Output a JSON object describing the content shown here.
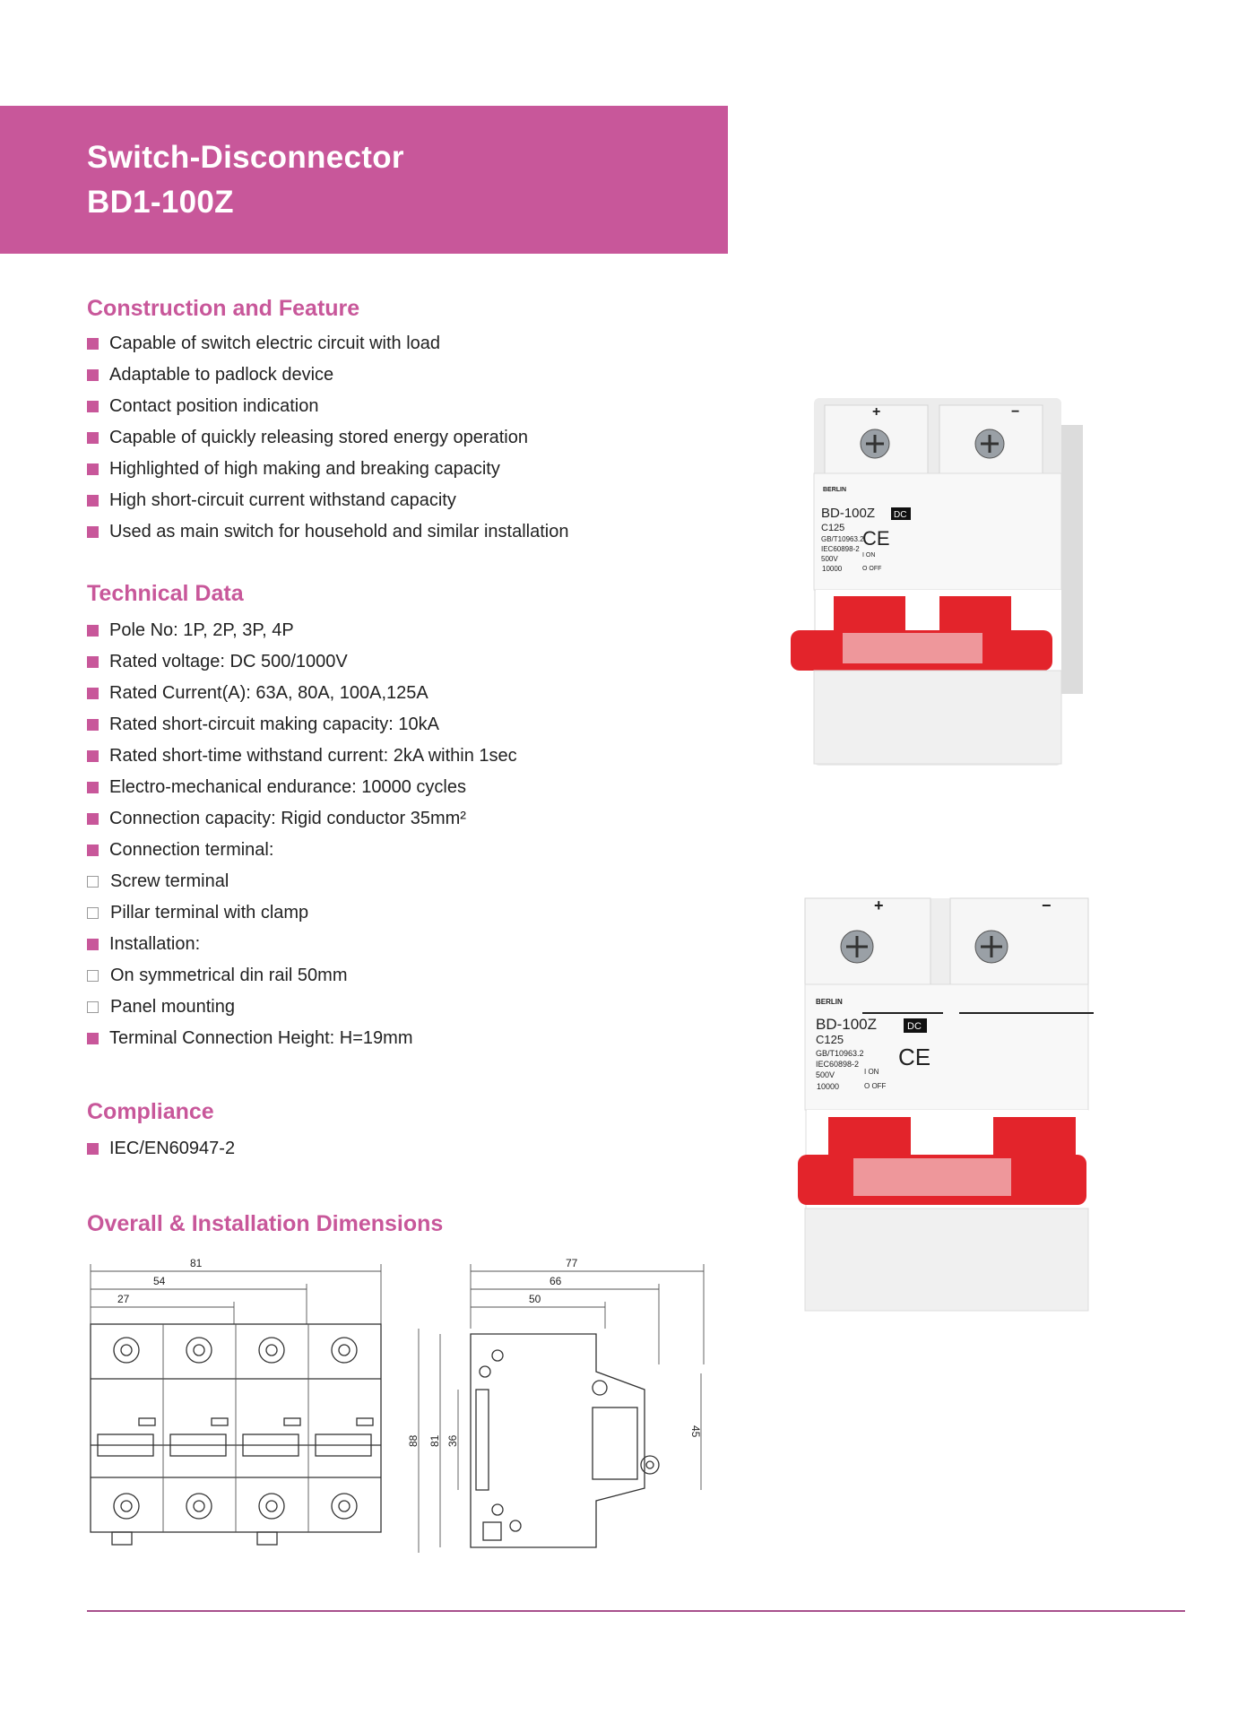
{
  "header": {
    "title_line1": "Switch-Disconnector",
    "title_line2": "BD1-100Z"
  },
  "sections": {
    "construction": {
      "title": "Construction and Feature",
      "items": [
        "Capable of switch electric circuit with load",
        "Adaptable to padlock device",
        "Contact position indication",
        "Capable of quickly releasing stored energy operation",
        "Highlighted of high making and breaking capacity",
        "High short-circuit current withstand capacity",
        "Used as main switch for household and similar installation"
      ]
    },
    "technical": {
      "title": "Technical Data",
      "items": [
        {
          "text": "Pole No:  1P, 2P, 3P, 4P",
          "marker": "filled"
        },
        {
          "text": "Rated voltage:  DC 500/1000V",
          "marker": "filled"
        },
        {
          "text": "Rated Current(A):  63A, 80A, 100A,125A",
          "marker": "filled"
        },
        {
          "text": "Rated short-circuit making capacity: 10kA",
          "marker": "filled"
        },
        {
          "text": "Rated short-time withstand current: 2kA within 1sec",
          "marker": "filled"
        },
        {
          "text": "Electro-mechanical endurance: 10000 cycles",
          "marker": "filled"
        },
        {
          "text": "Connection capacity: Rigid conductor 35mm²",
          "marker": "filled"
        },
        {
          "text": "Connection terminal:",
          "marker": "filled"
        },
        {
          "text": "Screw terminal",
          "marker": "empty"
        },
        {
          "text": "Pillar terminal with clamp",
          "marker": "empty"
        },
        {
          "text": "Installation:",
          "marker": "filled"
        },
        {
          "text": "On symmetrical din rail 50mm",
          "marker": "empty"
        },
        {
          "text": "Panel mounting",
          "marker": "empty"
        },
        {
          "text": "Terminal Connection Height: H=19mm",
          "marker": "filled"
        }
      ]
    },
    "compliance": {
      "title": "Compliance",
      "items": [
        "IEC/EN60947-2"
      ]
    },
    "dimensions": {
      "title": "Overall & Installation Dimensions",
      "front_view_labels": [
        "81",
        "54",
        "27"
      ],
      "side_view_labels": [
        "77",
        "66",
        "50",
        "88",
        "81",
        "36",
        "45"
      ]
    }
  },
  "product_label": {
    "brand": "BERLIN",
    "model": "BD-100Z",
    "dc_badge": "DC",
    "rating": "C125",
    "std1": "GB/T10963.2",
    "std2": "IEC60898-2",
    "voltage": "500V",
    "breaking": "10000",
    "on_label": "I ON",
    "off_label": "O OFF",
    "plus": "+",
    "minus": "−",
    "ce": "CE"
  },
  "colors": {
    "accent": "#c8579a",
    "footer_line": "#a8508c",
    "handle_red": "#e3242b",
    "body_white": "#f2f2f2"
  }
}
